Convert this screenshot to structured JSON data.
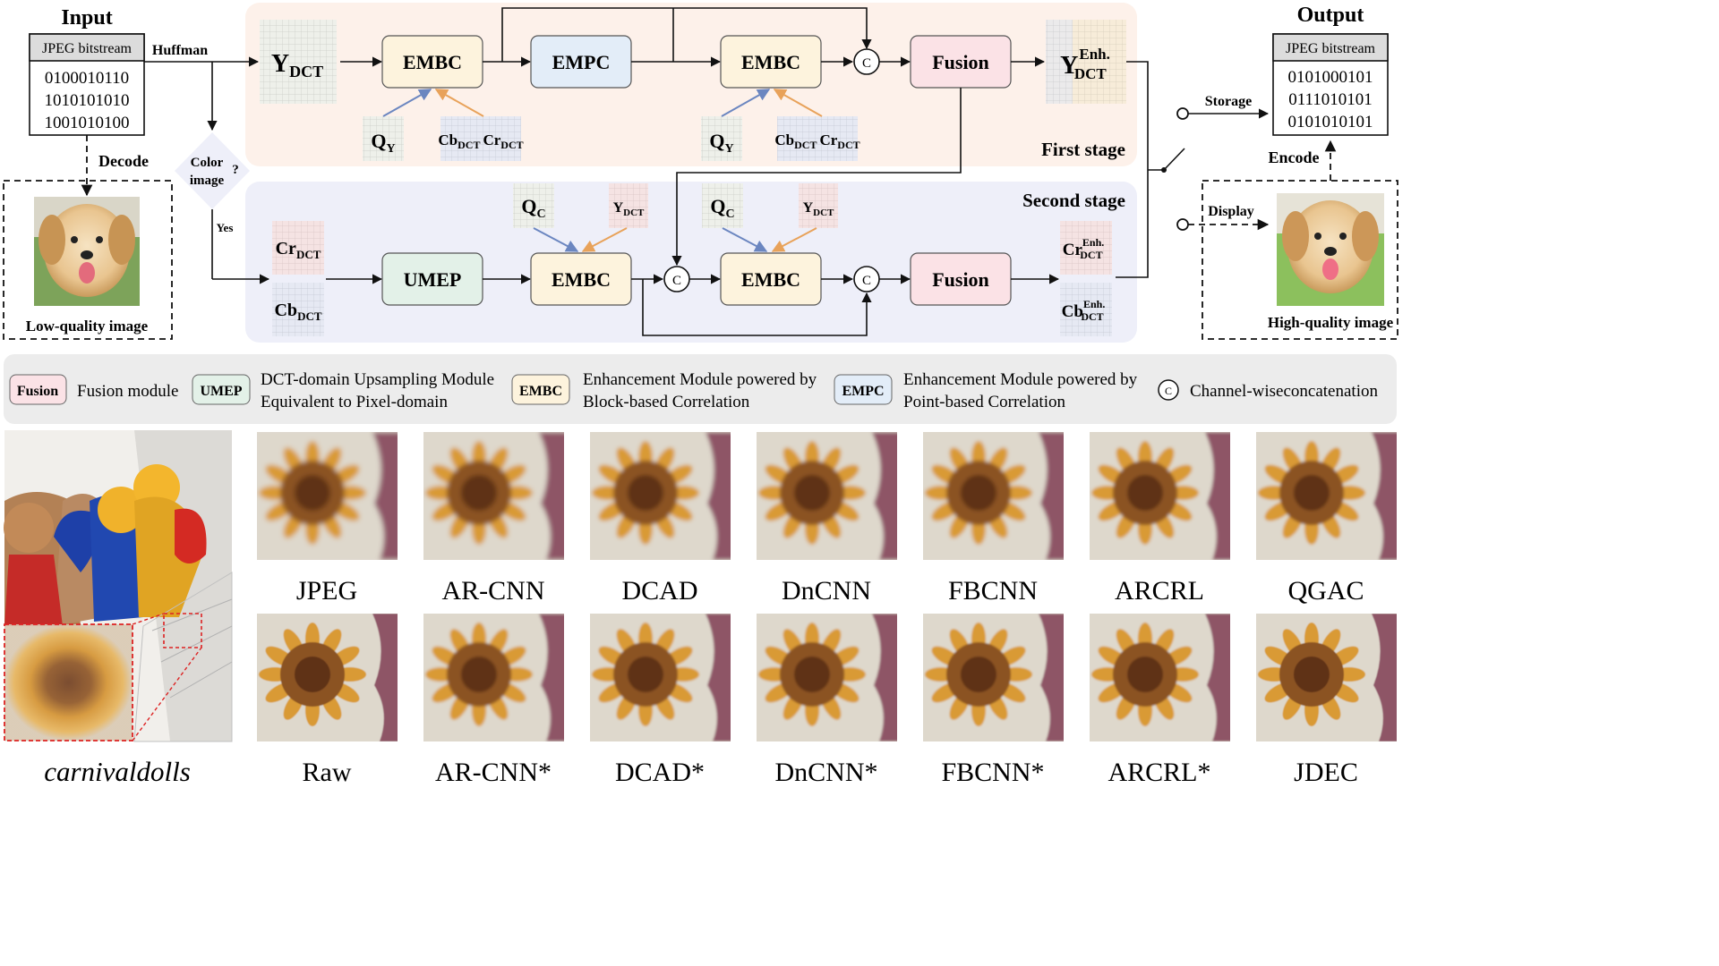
{
  "input": {
    "title": "Input",
    "bitstream_label": "JPEG bitstream",
    "bits": [
      "0100010110",
      "1010101010",
      "1001010100"
    ],
    "huffman": "Huffman",
    "decode": "Decode",
    "low_quality": "Low-quality image"
  },
  "output": {
    "title": "Output",
    "bitstream_label": "JPEG bitstream",
    "bits": [
      "0101000101",
      "0111010101",
      "0101010101"
    ],
    "storage": "Storage",
    "encode": "Encode",
    "display": "Display",
    "high_quality": "High-quality image"
  },
  "decision": {
    "question_line1": "Color",
    "question_line2": "image",
    "mark": "?",
    "yes": "Yes"
  },
  "stage1": {
    "name": "First stage",
    "y_dct": {
      "main": "Y",
      "sub": "DCT"
    },
    "y_enh": {
      "main": "Y",
      "sup": "Enh.",
      "sub": "DCT"
    },
    "embc1": "EMBC",
    "empc": "EMPC",
    "embc2": "EMBC",
    "fusion": "Fusion",
    "qy": {
      "main": "Q",
      "sub": "Y"
    },
    "cb": {
      "main": "Cb",
      "sub": "DCT"
    },
    "cr": {
      "main": "Cr",
      "sub": "DCT"
    },
    "concat": "C"
  },
  "stage2": {
    "name": "Second stage",
    "cr_dct": {
      "main": "Cr",
      "sub": "DCT"
    },
    "cb_dct": {
      "main": "Cb",
      "sub": "DCT"
    },
    "umep": "UMEP",
    "embc1": "EMBC",
    "embc2": "EMBC",
    "fusion": "Fusion",
    "qc": {
      "main": "Q",
      "sub": "C"
    },
    "y_dct": {
      "main": "Y",
      "sub": "DCT"
    },
    "cr_enh": {
      "main": "Cr",
      "sup": "Enh.",
      "sub": "DCT"
    },
    "cb_enh": {
      "main": "Cb",
      "sup": "Enh.",
      "sub": "DCT"
    },
    "concat": "C"
  },
  "legend": {
    "fusion_tag": "Fusion",
    "fusion_desc": "Fusion module",
    "umep_tag": "UMEP",
    "umep_desc1": "DCT-domain Upsampling Module",
    "umep_desc2": "Equivalent to Pixel-domain",
    "embc_tag": "EMBC",
    "embc_desc1": "Enhancement Module powered by",
    "embc_desc2": "Block-based Correlation",
    "empc_tag": "EMPC",
    "empc_desc1": "Enhancement Module powered by",
    "empc_desc2": "Point-based Correlation",
    "concat_tag": "C",
    "concat_desc": "Channel-wiseconcatenation"
  },
  "comparison": {
    "source_image": "carnivaldolls",
    "row1": [
      "JPEG",
      "AR-CNN",
      "DCAD",
      "DnCNN",
      "FBCNN",
      "ARCRL",
      "QGAC"
    ],
    "row2": [
      "Raw",
      "AR-CNN*",
      "DCAD*",
      "DnCNN*",
      "FBCNN*",
      "ARCRL*",
      "JDEC"
    ],
    "blur_levels_row1": [
      3.0,
      2.6,
      2.4,
      2.2,
      2.0,
      1.9,
      1.6
    ],
    "blur_levels_row2": [
      0.4,
      1.5,
      1.3,
      1.3,
      1.1,
      1.0,
      0.6
    ]
  },
  "colors": {
    "stage1_bg": "#fdf1ea",
    "stage2_bg": "#eeeff9",
    "embc": "#fdf3dd",
    "empc": "#e3edf8",
    "fusion": "#fbe2e6",
    "umep": "#e3f1e8",
    "arrow_blue": "#6b86c0",
    "arrow_orange": "#e8a25a",
    "legend_bg": "#ececec"
  }
}
